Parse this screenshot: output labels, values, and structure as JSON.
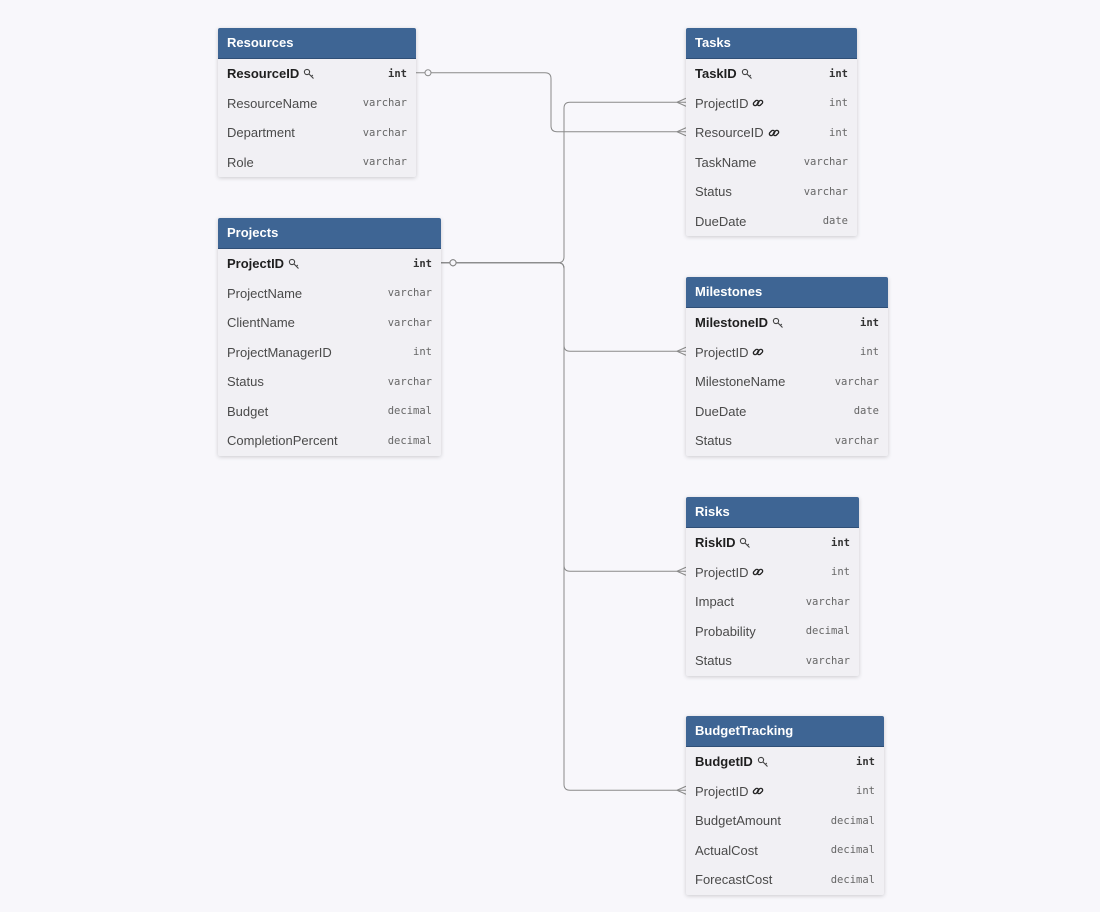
{
  "tables": [
    {
      "id": "resources",
      "name": "Resources",
      "fields": [
        {
          "name": "ResourceID",
          "type": "int",
          "key": "pk"
        },
        {
          "name": "ResourceName",
          "type": "varchar",
          "key": ""
        },
        {
          "name": "Department",
          "type": "varchar",
          "key": ""
        },
        {
          "name": "Role",
          "type": "varchar",
          "key": ""
        }
      ]
    },
    {
      "id": "projects",
      "name": "Projects",
      "fields": [
        {
          "name": "ProjectID",
          "type": "int",
          "key": "pk"
        },
        {
          "name": "ProjectName",
          "type": "varchar",
          "key": ""
        },
        {
          "name": "ClientName",
          "type": "varchar",
          "key": ""
        },
        {
          "name": "ProjectManagerID",
          "type": "int",
          "key": ""
        },
        {
          "name": "Status",
          "type": "varchar",
          "key": ""
        },
        {
          "name": "Budget",
          "type": "decimal",
          "key": ""
        },
        {
          "name": "CompletionPercent",
          "type": "decimal",
          "key": ""
        }
      ]
    },
    {
      "id": "tasks",
      "name": "Tasks",
      "fields": [
        {
          "name": "TaskID",
          "type": "int",
          "key": "pk"
        },
        {
          "name": "ProjectID",
          "type": "int",
          "key": "fk"
        },
        {
          "name": "ResourceID",
          "type": "int",
          "key": "fk"
        },
        {
          "name": "TaskName",
          "type": "varchar",
          "key": ""
        },
        {
          "name": "Status",
          "type": "varchar",
          "key": ""
        },
        {
          "name": "DueDate",
          "type": "date",
          "key": ""
        }
      ]
    },
    {
      "id": "milestones",
      "name": "Milestones",
      "fields": [
        {
          "name": "MilestoneID",
          "type": "int",
          "key": "pk"
        },
        {
          "name": "ProjectID",
          "type": "int",
          "key": "fk"
        },
        {
          "name": "MilestoneName",
          "type": "varchar",
          "key": ""
        },
        {
          "name": "DueDate",
          "type": "date",
          "key": ""
        },
        {
          "name": "Status",
          "type": "varchar",
          "key": ""
        }
      ]
    },
    {
      "id": "risks",
      "name": "Risks",
      "fields": [
        {
          "name": "RiskID",
          "type": "int",
          "key": "pk"
        },
        {
          "name": "ProjectID",
          "type": "int",
          "key": "fk"
        },
        {
          "name": "Impact",
          "type": "varchar",
          "key": ""
        },
        {
          "name": "Probability",
          "type": "decimal",
          "key": ""
        },
        {
          "name": "Status",
          "type": "varchar",
          "key": ""
        }
      ]
    },
    {
      "id": "budgettracking",
      "name": "BudgetTracking",
      "fields": [
        {
          "name": "BudgetID",
          "type": "int",
          "key": "pk"
        },
        {
          "name": "ProjectID",
          "type": "int",
          "key": "fk"
        },
        {
          "name": "BudgetAmount",
          "type": "decimal",
          "key": ""
        },
        {
          "name": "ActualCost",
          "type": "decimal",
          "key": ""
        },
        {
          "name": "ForecastCost",
          "type": "decimal",
          "key": ""
        }
      ]
    }
  ],
  "relationships": [
    {
      "from_table": "resources",
      "from_field": "ResourceID",
      "to_table": "tasks",
      "to_field": "ResourceID",
      "cardinality": "one-to-many"
    },
    {
      "from_table": "projects",
      "from_field": "ProjectID",
      "to_table": "tasks",
      "to_field": "ProjectID",
      "cardinality": "one-to-many"
    },
    {
      "from_table": "projects",
      "from_field": "ProjectID",
      "to_table": "milestones",
      "to_field": "ProjectID",
      "cardinality": "one-to-many"
    },
    {
      "from_table": "projects",
      "from_field": "ProjectID",
      "to_table": "risks",
      "to_field": "ProjectID",
      "cardinality": "one-to-many"
    },
    {
      "from_table": "projects",
      "from_field": "ProjectID",
      "to_table": "budgettracking",
      "to_field": "ProjectID",
      "cardinality": "one-to-many"
    }
  ],
  "icons": {
    "primary_key": "key-icon",
    "foreign_key": "link-icon"
  },
  "colors": {
    "header": "#3e6594",
    "body": "#f1f0f4",
    "background": "#f8f7fb",
    "connector": "#8a8a8a"
  }
}
